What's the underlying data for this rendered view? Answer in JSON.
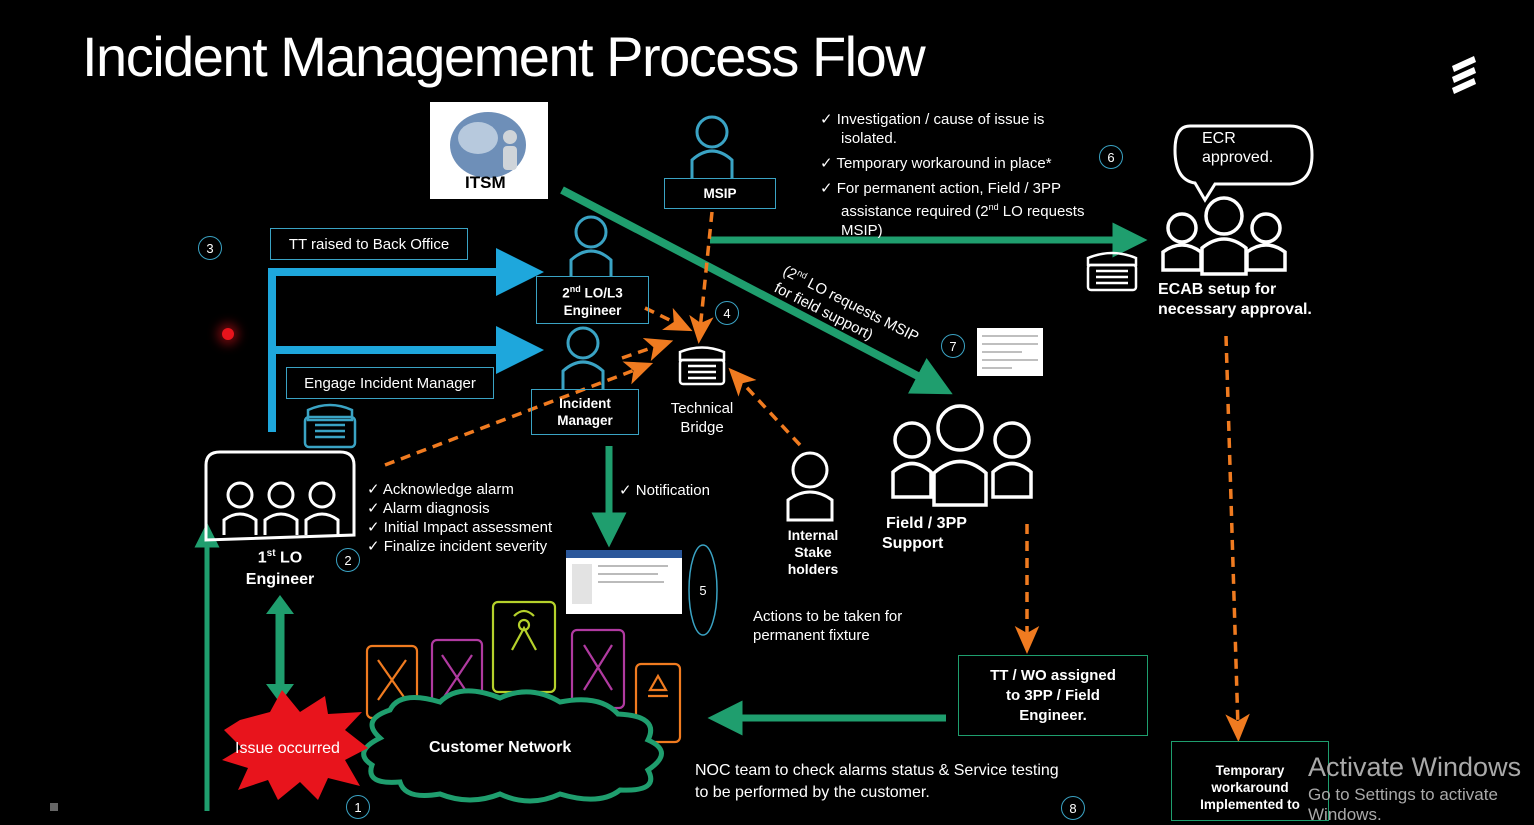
{
  "title": "Incident Management Process Flow",
  "logo_icon": "ericsson-logo-icon",
  "itsm": {
    "label": "ITSM"
  },
  "msip": {
    "label": "MSIP"
  },
  "second_lo": {
    "sup": "nd",
    "label_pre": "2",
    "label_post": " LO/L3",
    "label_line2": "Engineer"
  },
  "incident_manager": {
    "line1": "Incident",
    "line2": "Manager"
  },
  "tt_raised": "TT raised to Back Office",
  "engage_im": "Engage Incident Manager",
  "technical_bridge": {
    "line1": "Technical",
    "line2": "Bridge"
  },
  "first_lo": {
    "pre": "1",
    "sup": "st",
    "post": " LO",
    "line2": "Engineer"
  },
  "checklist_1": [
    "Acknowledge alarm",
    "Alarm diagnosis",
    "Initial Impact assessment",
    "Finalize incident severity"
  ],
  "notification": "Notification",
  "internal_stake": {
    "line1": "Internal",
    "line2": "Stake",
    "line3": "holders"
  },
  "field_support": {
    "line1": "Field / 3PP",
    "line2": "Support"
  },
  "investigation": {
    "item1_l1": "Investigation / cause of issue is",
    "item1_l2": "isolated.",
    "item2": "Temporary workaround in place*",
    "item3_l1": "For permanent action, Field / 3PP",
    "item3_l2_pre": "assistance required (2",
    "item3_l2_sup": "nd",
    "item3_l2_post": " LO requests",
    "item3_l3": "MSIP)"
  },
  "ecr": {
    "line1": "ECR",
    "line2": "approved."
  },
  "ecab": {
    "line1": "ECAB setup for",
    "line2": "necessary approval."
  },
  "diag_label": {
    "l1_pre": "(2",
    "l1_sup": "nd",
    "l1_post": " LO requests MSIP",
    "l2": "for field support)"
  },
  "actions": {
    "line1": "Actions to be taken for",
    "line2": "permanent fixture"
  },
  "tt_wo": {
    "line1": "TT / WO assigned",
    "line2": "to 3PP / Field",
    "line3": "Engineer."
  },
  "noc": {
    "line1": "NOC team to check alarms status & Service testing",
    "line2": "to be performed by the customer."
  },
  "issue_occurred": "Issue occurred",
  "customer_network": "Customer Network",
  "temporary": {
    "line1": "Temporary",
    "line2": "workaround",
    "line3": "Implemented to"
  },
  "watermark": {
    "line1": "Activate Windows",
    "line2": "Go to Settings to activate Windows."
  },
  "numbers": [
    "1",
    "2",
    "3",
    "4",
    "5",
    "6",
    "7",
    "8"
  ],
  "colors": {
    "blue": "#1ea7dc",
    "green": "#1f9e6e",
    "orange": "#f07b20",
    "red": "#e8141c",
    "box_border": "#3aa3c4"
  }
}
